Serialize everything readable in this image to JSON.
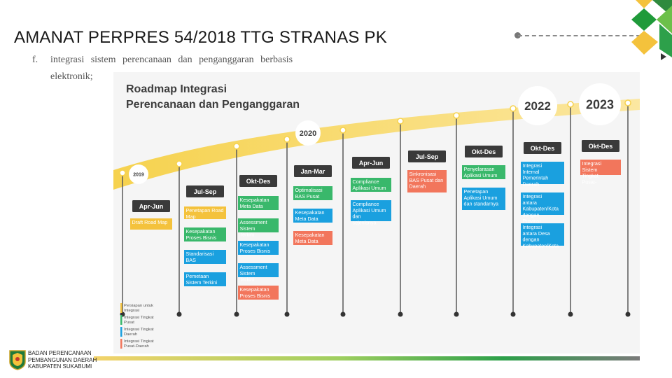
{
  "slide": {
    "title": "AMANAT PERPRES 54/2018 TTG STRANAS PK",
    "point": {
      "letter": "f.",
      "line1": "integrasi sistem perencanaan dan penganggaran berbasis",
      "line2": "elektronik;"
    },
    "org_lines": [
      "BADAN PERENCANAAN",
      "PEMBANGUNAN DAERAH",
      "KABUPATEN SUKABUMI"
    ]
  },
  "roadmap": {
    "title_line1": "Roadmap Integrasi",
    "title_line2": "Perencanaan dan Penganggaran",
    "years": [
      "2019",
      "2020",
      "2022",
      "2023"
    ],
    "colors": {
      "yellow": "#f4c23c",
      "green": "#39b86b",
      "blue": "#1aa0df",
      "salmon": "#f2765c",
      "header": "#3a3a3a"
    },
    "columns": [
      {
        "header": "Apr-Jun",
        "items": [
          {
            "text": "Draft Road Map",
            "color": "yellow"
          }
        ]
      },
      {
        "header": "Jul-Sep",
        "items": [
          {
            "text": "Penetapan Road Map",
            "color": "yellow"
          },
          {
            "text": "Kesepakatan Proses Bisnis",
            "color": "green"
          },
          {
            "text": "Standarisasi BAS",
            "color": "blue"
          },
          {
            "text": "Pemetaan Sistem Terkini",
            "color": "blue"
          }
        ]
      },
      {
        "header": "Okt-Des",
        "items": [
          {
            "text": "Kesepakatan Meta Data",
            "color": "green"
          },
          {
            "text": "Assessment Sistem Terkini",
            "color": "green"
          },
          {
            "text": "Kesepakatan Proses Bisnis",
            "color": "blue"
          },
          {
            "text": "Assessment Sistem Terkini",
            "color": "blue"
          },
          {
            "text": "Kesepakatan Proses Bisnis",
            "color": "salmon"
          }
        ]
      },
      {
        "header": "Jan-Mar",
        "items": [
          {
            "text": "Optimalisasi BAS Pusat",
            "color": "green"
          },
          {
            "text": "Kesepakatan Meta Data",
            "color": "blue"
          },
          {
            "text": "Kesepakatan Meta Data",
            "color": "salmon"
          }
        ]
      },
      {
        "header": "Apr-Jun",
        "items": [
          {
            "text": "Compliance Aplikasi Umum",
            "color": "green"
          },
          {
            "text": "Compliance Aplikasi Umum dan sejenisnya",
            "color": "blue"
          }
        ]
      },
      {
        "header": "Jul-Sep",
        "items": [
          {
            "text": "Sinkronisasi BAS Pusat dan Daerah",
            "color": "salmon"
          }
        ]
      },
      {
        "header": "Okt-Des",
        "items": [
          {
            "text": "Penyelarasan Aplikasi Umum",
            "color": "green"
          },
          {
            "text": "Penetapan Aplikasi Umum dan standarnya",
            "color": "blue"
          }
        ]
      },
      {
        "header": "Okt-Des",
        "items": [
          {
            "text": "Integrasi Internal Pemerintah Daerah",
            "color": "blue"
          },
          {
            "text": "Integrasi antara Kabupaten/Kota dengan Provinsi",
            "color": "blue"
          },
          {
            "text": "Integrasi antara Desa dengan Kabupaten/Kota",
            "color": "blue"
          }
        ]
      },
      {
        "header": "Okt-Des",
        "items": [
          {
            "text": "Integrasi Sistem Tingkat Pusat-",
            "color": "salmon"
          }
        ]
      }
    ],
    "legend": [
      {
        "text": "Persiapan untuk Integrasi",
        "color": "yellow"
      },
      {
        "text": "Integrasi Tingkat Pusat",
        "color": "green"
      },
      {
        "text": "Integrasi Tingkat Daerah",
        "color": "blue"
      },
      {
        "text": "Integrasi Tingkat Pusat-Daerah",
        "color": "salmon"
      }
    ]
  }
}
